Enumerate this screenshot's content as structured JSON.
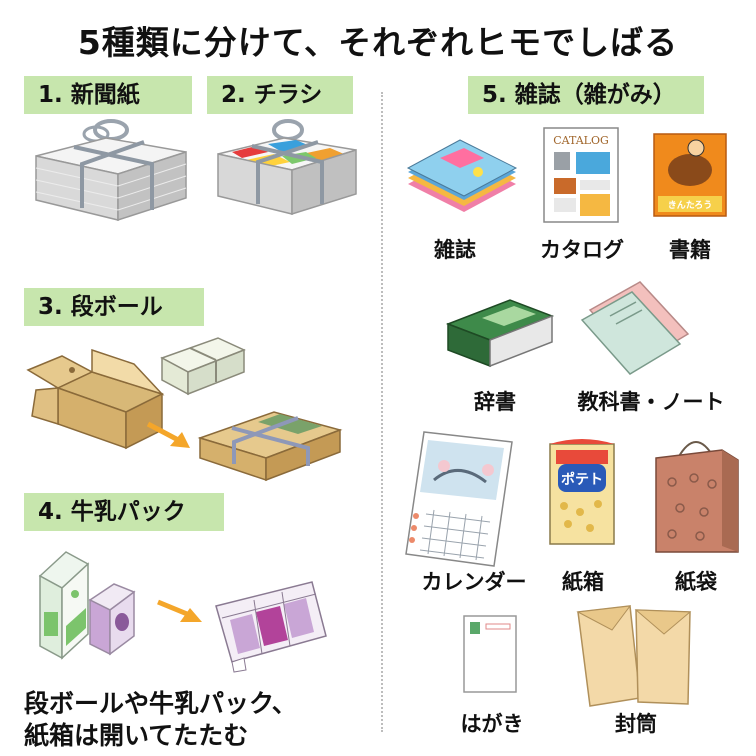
{
  "title": "5種類に分けて、それぞれヒモでしばる",
  "categories": {
    "c1": "1. 新聞紙",
    "c2": "2. チラシ",
    "c3": "3. 段ボール",
    "c4": "4. 牛乳パック",
    "c5": "5. 雑誌（雑がみ）"
  },
  "magazine_items": {
    "zasshi": "雑誌",
    "catalog": "カタログ",
    "shoseki": "書籍",
    "jisho": "辞書",
    "textbook": "教科書・ノート",
    "calendar": "カレンダー",
    "kamibako": "紙箱",
    "kamibukuro": "紙袋",
    "hagaki": "はがき",
    "futou": "封筒"
  },
  "art_text": {
    "catalog_cover": "CATALOG",
    "book_cover": "きんたろう",
    "snack_brand": "ポテト"
  },
  "note": {
    "line1": "段ボールや牛乳パック、",
    "line2": "紙箱は開いてたたむ"
  }
}
